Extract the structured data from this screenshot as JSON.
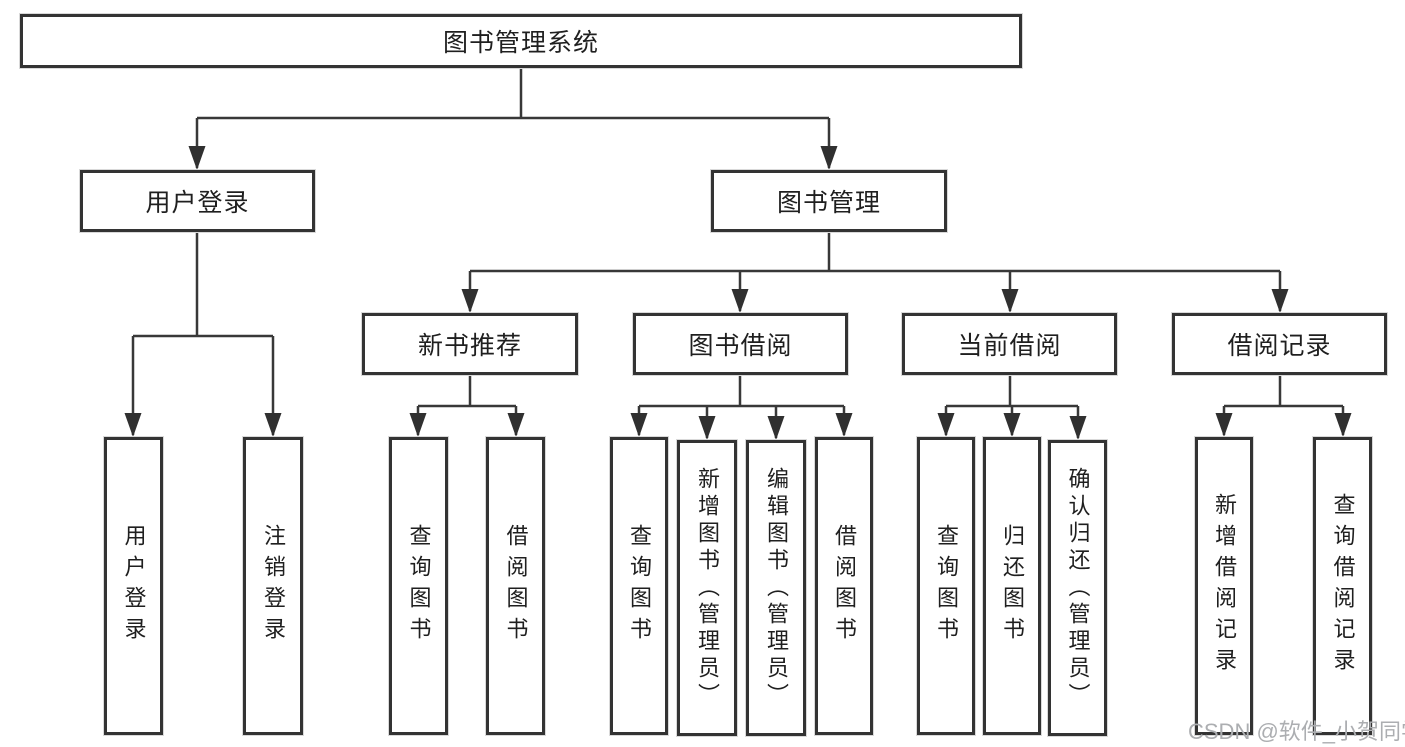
{
  "colors": {
    "line": "#383838",
    "box_border": "#333333",
    "box_fill": "#ffffff",
    "text": "#1f1f1f",
    "watermark": "#acaeb1"
  },
  "watermark": {
    "text": "CSDN @软件_小贺同学"
  },
  "tree": {
    "root": {
      "label": "图书管理系统"
    },
    "branches": [
      {
        "label": "用户登录",
        "children": [
          {
            "label": "用户登录"
          },
          {
            "label": "注销登录"
          }
        ]
      },
      {
        "label": "图书管理",
        "groups": [
          {
            "label": "新书推荐",
            "children": [
              {
                "label": "查询图书"
              },
              {
                "label": "借阅图书"
              }
            ]
          },
          {
            "label": "图书借阅",
            "children": [
              {
                "label": "查询图书"
              },
              {
                "label": "新增图书（管理员）"
              },
              {
                "label": "编辑图书（管理员）"
              },
              {
                "label": "借阅图书"
              }
            ]
          },
          {
            "label": "当前借阅",
            "children": [
              {
                "label": "查询图书"
              },
              {
                "label": "归还图书"
              },
              {
                "label": "确认归还（管理员）"
              }
            ]
          },
          {
            "label": "借阅记录",
            "children": [
              {
                "label": "新增借阅记录"
              },
              {
                "label": "查询借阅记录"
              }
            ]
          }
        ]
      }
    ]
  }
}
